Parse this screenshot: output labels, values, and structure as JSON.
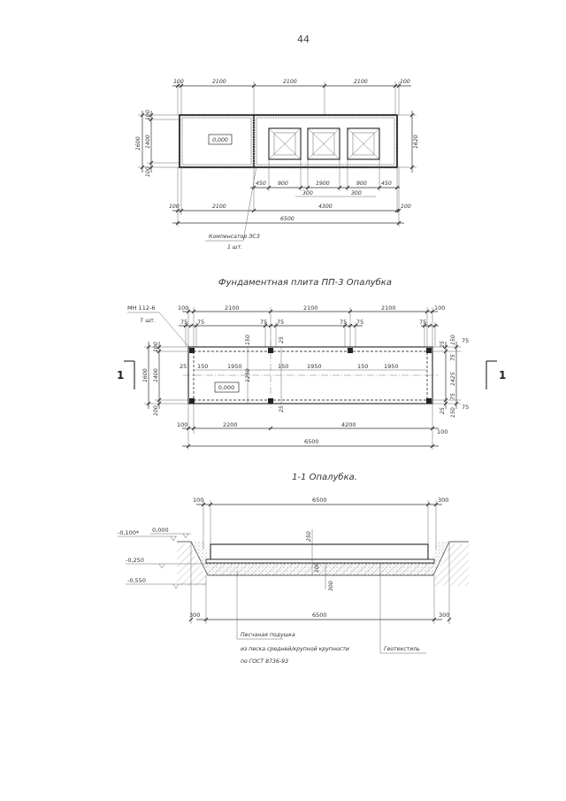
{
  "page_number": "44",
  "plan1": {
    "top_dims": [
      "100",
      "2100",
      "2100",
      "2100",
      "100"
    ],
    "left_dims": [
      "100",
      "1400",
      "100"
    ],
    "left_total": "1600",
    "right_dim": "1620",
    "elevation": "0,000",
    "inner_dims": [
      "450",
      "900",
      "1900",
      "900",
      "450"
    ],
    "inner_dims2": [
      "300",
      "300"
    ],
    "inner_total": "4300",
    "bottom_dims": [
      "100",
      "2100",
      "100"
    ],
    "total": "6500",
    "note": "Компенсатор ЭСЗ",
    "note_qty": "1 шт."
  },
  "plan2": {
    "title": "Фундаментная плита ПП-3 Опалубка",
    "embed_label": "МН 112-6",
    "embed_qty": "7 шт.",
    "top_dims": [
      "100",
      "2100",
      "2100",
      "2100",
      "100"
    ],
    "sub_dims": [
      "75",
      "75",
      "75",
      "75",
      "75",
      "75",
      "75"
    ],
    "left_dims": [
      "100",
      "1400",
      "100"
    ],
    "left_total": "1600",
    "inner_row": [
      "25",
      "150",
      "1950",
      "150",
      "1950",
      "150",
      "1950"
    ],
    "vert_inner": [
      "150",
      "25",
      "1250",
      "25"
    ],
    "right_dims": [
      "150",
      "25",
      "75",
      "1425",
      "75",
      "25",
      "150"
    ],
    "right_dims2": [
      "75",
      "75"
    ],
    "elevation": "0,000",
    "bottom_dims": [
      "100",
      "2200",
      "4200",
      "100"
    ],
    "total": "6500",
    "section_mark": "1"
  },
  "section": {
    "title": "1-1 Опалубка.",
    "top_dims": [
      "100",
      "6500",
      "300"
    ],
    "bottom_dims": [
      "300",
      "6500",
      "300"
    ],
    "thickness": "250",
    "sand": "100",
    "sand_label_dim": "300",
    "levels": [
      "-0,100*",
      "0,000",
      "-0,250",
      "-0,550"
    ],
    "note1_l1": "Песчаная подушка",
    "note1_l2": "из песка средней/крупной крупности",
    "note1_l3": "по ГОСТ 8736-93",
    "note2": "Геотекстиль"
  }
}
